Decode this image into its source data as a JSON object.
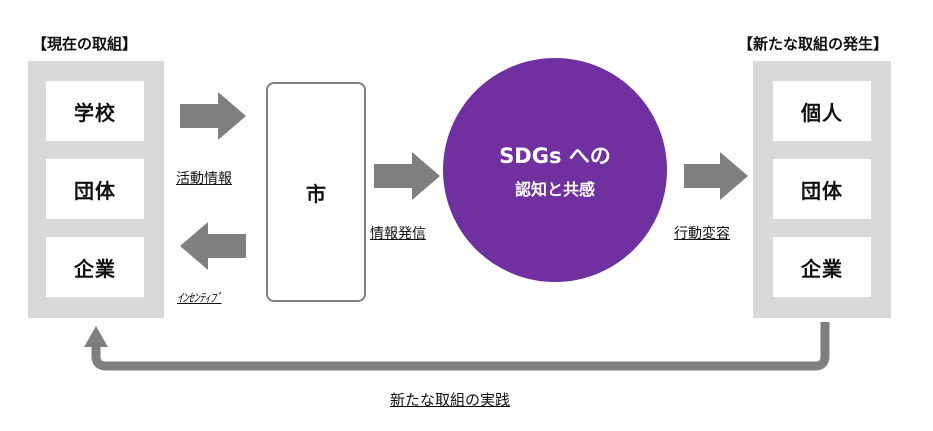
{
  "current": {
    "title": "【現在の取組】",
    "items": [
      "学校",
      "団体",
      "企業"
    ]
  },
  "future": {
    "title": "【新たな取組の発生】",
    "items": [
      "個人",
      "団体",
      "企業"
    ]
  },
  "city": {
    "label": "市"
  },
  "sdgs": {
    "line1": "SDGs への",
    "line2": "認知と共感"
  },
  "flows": {
    "activity_info": "活動情報",
    "incentive": "ｲﾝｾﾝﾃｨﾌﾞ",
    "info_dissemination": "情報発信",
    "behavior_change": "行動変容",
    "practice": "新たな取組の実践"
  },
  "colors": {
    "panel": "#d9d9d9",
    "arrow": "#7f7f7f",
    "circle": "#7030a0"
  }
}
